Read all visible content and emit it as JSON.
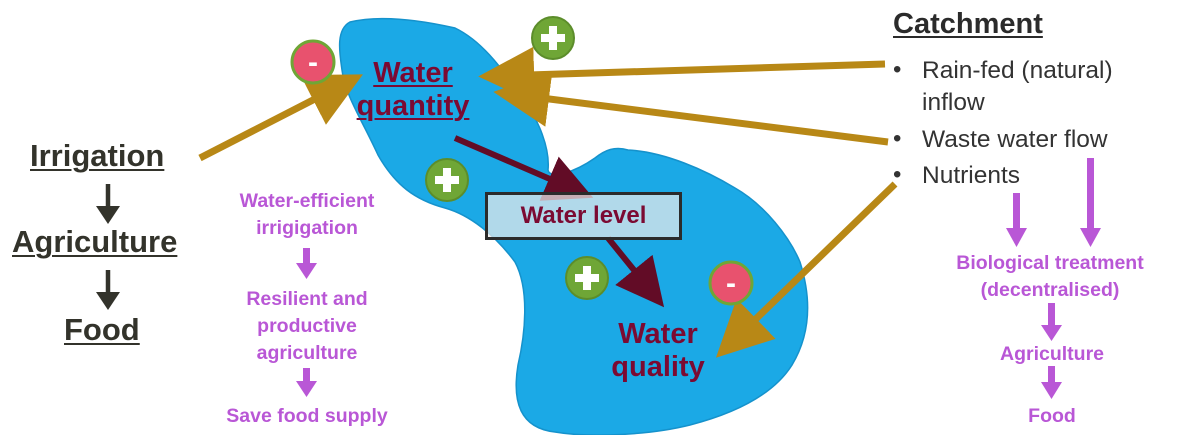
{
  "left_chain": [
    "Irrigation",
    "Agriculture",
    "Food"
  ],
  "irrigation_steps": {
    "step1": "Water-efficient irrigigation",
    "step2": "Resilient and productive agriculture",
    "step3": "Save food supply"
  },
  "lake": {
    "quantity": "Water quantity",
    "level": "Water level",
    "quality": "Water quality"
  },
  "catchment": {
    "title": "Catchment",
    "items": [
      "Rain-fed (natural) inflow",
      "Waste water flow",
      "Nutrients"
    ]
  },
  "treatment_steps": [
    "Biological treatment (decentralised)",
    "Agriculture",
    "Food"
  ],
  "signs": {
    "plus": "+",
    "minus": "-"
  },
  "colors": {
    "lake": "#1ba9e6",
    "arrow_gold": "#b88816",
    "arrow_dark_red": "#620c26",
    "purple_text": "#b957d6",
    "plus_badge": "#6fa636",
    "minus_badge": "#e8526e"
  }
}
